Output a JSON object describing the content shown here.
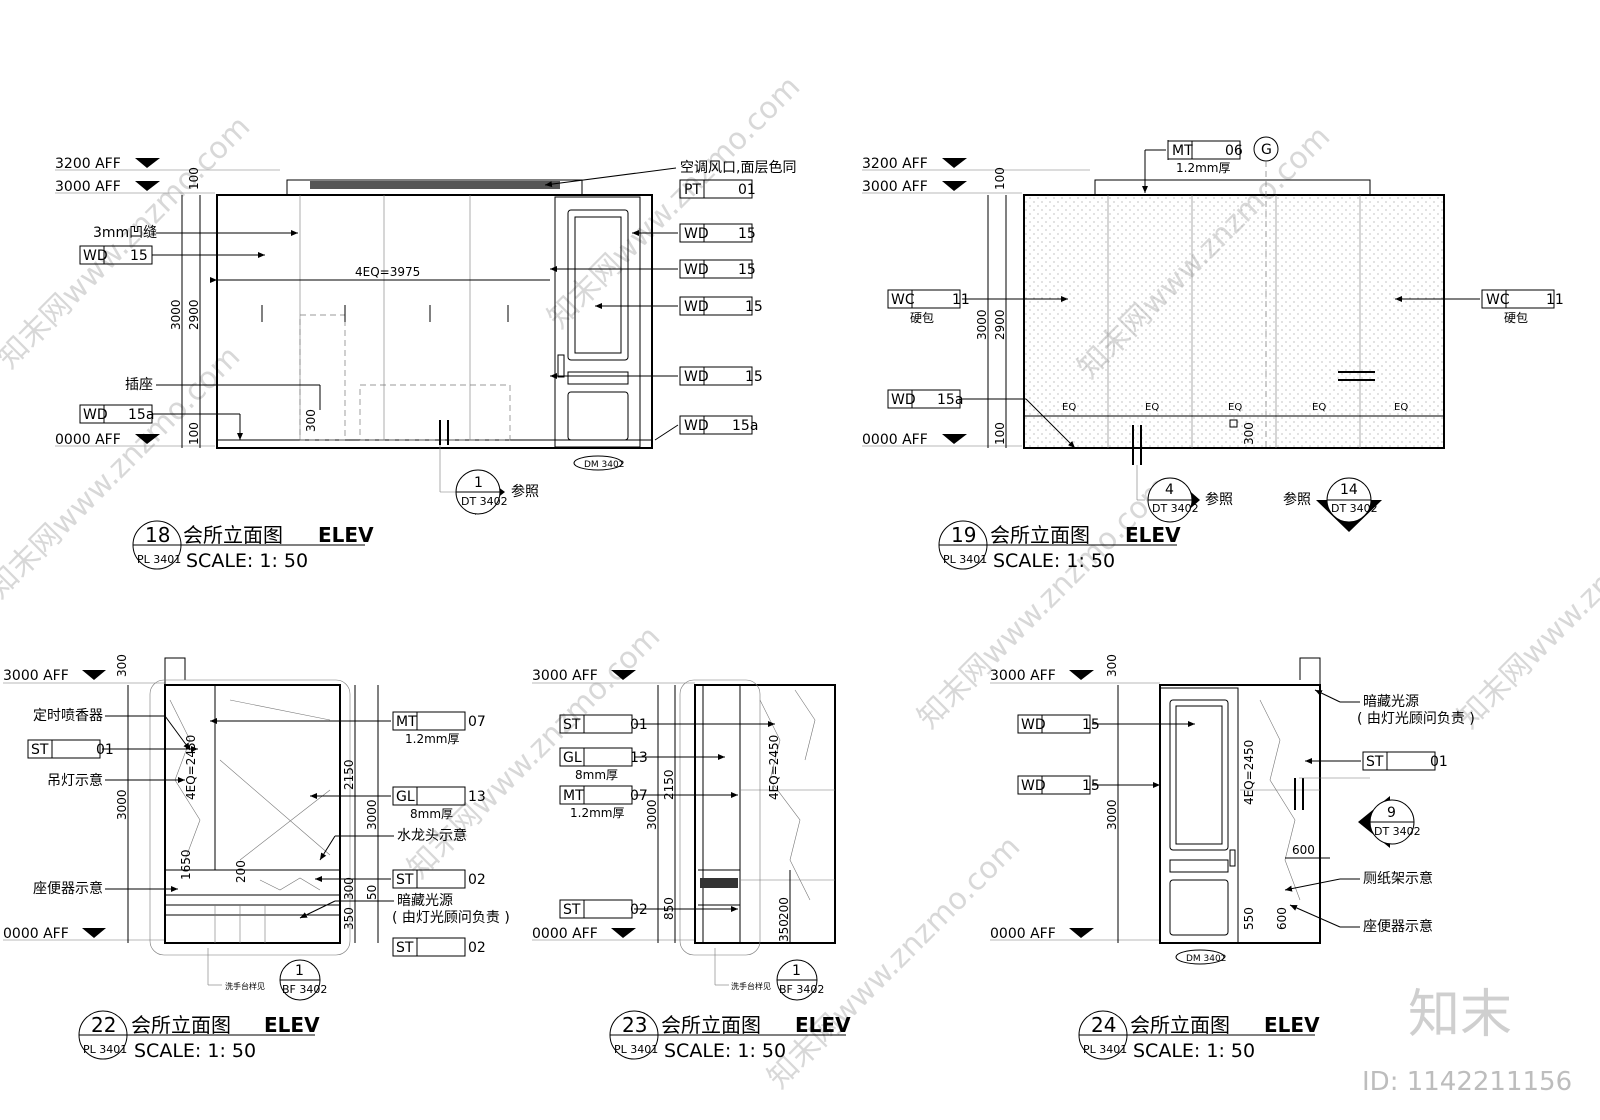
{
  "brand": {
    "logo": "知末",
    "id_label": "ID: 1142211156"
  },
  "watermarks": [
    "知末网www.znzmo.com",
    "知末网www.znzmo.com",
    "知末网www.znzmo.com",
    "知末网www.znzmo.com",
    "知末网www.znzmo.com",
    "知末网www.znzmo.com",
    "知末网www.znzmo.com",
    "知末网www.znzmo.com"
  ],
  "common": {
    "aff_3200": "3200 AFF",
    "aff_3000": "3000 AFF",
    "aff_0000": "0000 AFF",
    "ref": "参照",
    "scale": "SCALE: 1: 50",
    "elev_title": "会所立面图",
    "elev": "ELEV",
    "pl_ref": "PL 3401",
    "dm_ref": "DM 3402"
  },
  "view18": {
    "num": "18",
    "tags": {
      "pt": {
        "code": "PT",
        "num": "01"
      },
      "wd1": {
        "code": "WD",
        "num": "15"
      },
      "wd2": {
        "code": "WD",
        "num": "15"
      },
      "wd3": {
        "code": "WD",
        "num": "15"
      },
      "wd4": {
        "code": "WD",
        "num": "15"
      },
      "wd5": {
        "code": "WD",
        "num": "15a"
      },
      "wd_left1": {
        "code": "WD",
        "num": "15"
      },
      "wd_left2": {
        "code": "WD",
        "num": "15a"
      }
    },
    "notes": {
      "vent": "空调风口,面层色同",
      "groove": "3mm凹缝",
      "socket": "插座"
    },
    "dims": {
      "total": "3000",
      "h2900": "2900",
      "top": "100",
      "bottom": "100",
      "small": "300",
      "width": "4EQ=3975"
    },
    "detail": {
      "num": "1",
      "sheet": "DT 3402"
    }
  },
  "view19": {
    "num": "19",
    "tags": {
      "mt": {
        "code": "MT",
        "num": "06",
        "note": "1.2mm厚"
      },
      "wc1": {
        "code": "WC",
        "num": "11",
        "note": "硬包"
      },
      "wc2": {
        "code": "WC",
        "num": "11",
        "note": "硬包"
      },
      "wd": {
        "code": "WD",
        "num": "15a"
      }
    },
    "grid": "G",
    "dims": {
      "total": "3000",
      "h2900": "2900",
      "top": "100",
      "bottom": "100",
      "small": "300",
      "eq": [
        "EQ",
        "EQ",
        "EQ",
        "EQ",
        "EQ"
      ]
    },
    "detail4": {
      "num": "4",
      "sheet": "DT 3402"
    },
    "detail14": {
      "num": "14",
      "sheet": "DT 3402"
    }
  },
  "view22": {
    "num": "22",
    "tags": {
      "mt": {
        "code": "MT",
        "num": "07",
        "note": "1.2mm厚"
      },
      "gl": {
        "code": "GL",
        "num": "13",
        "note": "8mm厚"
      },
      "st1": {
        "code": "ST",
        "num": "01"
      },
      "st2": {
        "code": "ST",
        "num": "02"
      },
      "st3": {
        "code": "ST",
        "num": "02"
      }
    },
    "notes": {
      "freshener": "定时喷香器",
      "lamp": "吊灯示意",
      "toilet": "座便器示意",
      "faucet": "水龙头示意",
      "light1": "暗藏光源",
      "light2": "( 由灯光顾问负责 )",
      "counter": "洗手台样见"
    },
    "dims": {
      "total": "3000",
      "h2150": "2150",
      "h1650": "1650",
      "eq": "4EQ=2450",
      "h300": "300",
      "h350": "350",
      "h50": "50",
      "h200": "200"
    },
    "detail": {
      "num": "1",
      "sheet": "BF 3402"
    }
  },
  "view23": {
    "num": "23",
    "tags": {
      "st1": {
        "code": "ST",
        "num": "01"
      },
      "gl": {
        "code": "GL",
        "num": "13",
        "note": "8mm厚"
      },
      "mt": {
        "code": "MT",
        "num": "07",
        "note": "1.2mm厚"
      },
      "st2": {
        "code": "ST",
        "num": "02"
      }
    },
    "notes": {
      "counter": "洗手台样见"
    },
    "dims": {
      "total": "3000",
      "h2150": "2150",
      "h850": "850",
      "eq": "4EQ=2450",
      "h350": "350",
      "h200": "200"
    },
    "detail": {
      "num": "1",
      "sheet": "BF 3402"
    }
  },
  "view24": {
    "num": "24",
    "tags": {
      "wd1": {
        "code": "WD",
        "num": "15"
      },
      "wd2": {
        "code": "WD",
        "num": "15"
      },
      "st": {
        "code": "ST",
        "num": "01"
      }
    },
    "notes": {
      "light1": "暗藏光源",
      "light2": "( 由灯光顾问负责 )",
      "paper": "厕纸架示意",
      "toilet": "座便器示意"
    },
    "dims": {
      "total": "3000",
      "h300": "300",
      "eq": "4EQ=2450",
      "h600": "600",
      "h550": "550",
      "w600": "600"
    },
    "detail": {
      "num": "9",
      "sheet": "DT 3402"
    }
  }
}
